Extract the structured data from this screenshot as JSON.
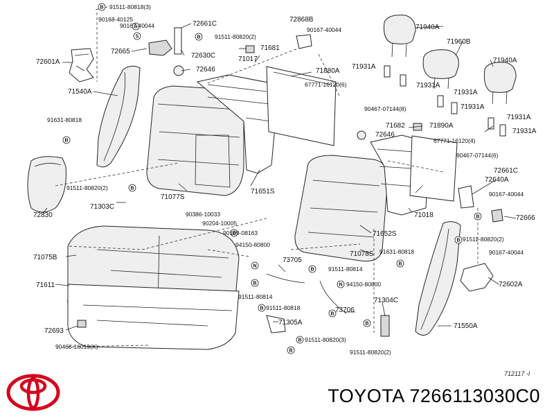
{
  "diagram": {
    "reference": "712117 -I",
    "labels": [
      "91511-80818(3)",
      "90168-40125",
      "90167-40044",
      "72661C",
      "91511-80820(2)",
      "72665",
      "72630C",
      "72601A",
      "72646",
      "71540A",
      "91631-80818",
      "91511-80820(2)",
      "71303C",
      "72830",
      "71075B",
      "71611",
      "72693",
      "90468-16019(X)",
      "72868B",
      "90167-40044",
      "71681",
      "71017",
      "71880A",
      "67771-16120(6)",
      "71077S",
      "71651S",
      "90386-10033",
      "90204-10005",
      "90109-08163",
      "94150-80800",
      "91511-80814",
      "91511-80818",
      "73705",
      "91511-80814",
      "94150-80800",
      "73706",
      "71304C",
      "71305A",
      "91511-80820(3)",
      "91511-80820(2)",
      "91631-80818",
      "71078S",
      "71652S",
      "71018",
      "71940A",
      "71960B",
      "71940A",
      "71931A",
      "71931A",
      "71931A",
      "71931A",
      "71931A",
      "71931A",
      "90467-07144(8)",
      "71682",
      "72646",
      "71890A",
      "67771-16120(4)",
      "90467-07144(6)",
      "72661C",
      "72640A",
      "90167-40044",
      "72666",
      "91511-80820(2)",
      "90167-40044",
      "72602A",
      "71550A"
    ],
    "markers": [
      "S",
      "S",
      "B",
      "B",
      "B",
      "B",
      "N",
      "B",
      "B",
      "N",
      "B",
      "B",
      "B",
      "B",
      "B",
      "B",
      "B",
      "B",
      "B"
    ]
  },
  "footer": {
    "brand_caption": "TOYOTA 7266113030C0",
    "logo": "toyota-logo",
    "logo_color": "#d6001c"
  }
}
